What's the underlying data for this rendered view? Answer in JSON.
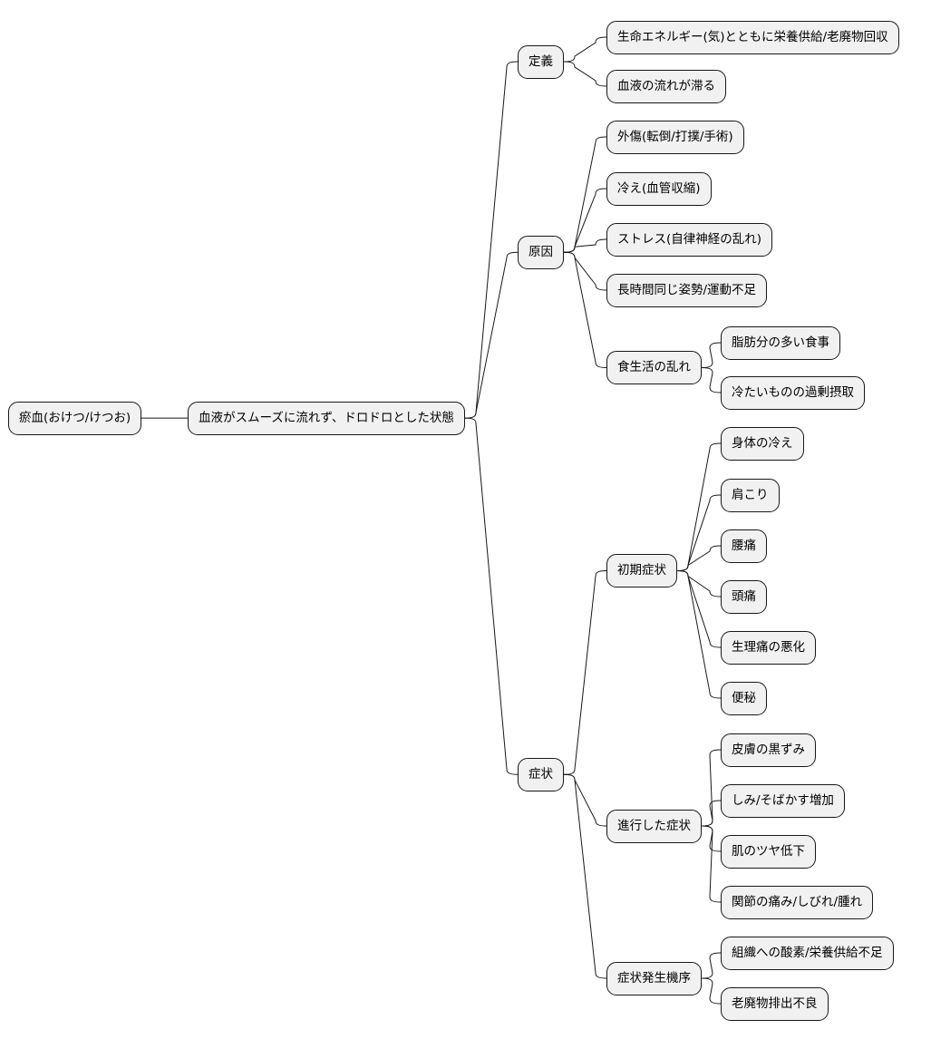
{
  "root": {
    "label": "瘀血(おけつ/けつお)",
    "children": [
      {
        "label": "血液がスムーズに流れず、ドロドロとした状態",
        "children": [
          {
            "label": "定義",
            "children": [
              {
                "label": "生命エネルギー(気)とともに栄養供給/老廃物回収"
              },
              {
                "label": "血液の流れが滞る"
              }
            ]
          },
          {
            "label": "原因",
            "children": [
              {
                "label": "外傷(転倒/打撲/手術)"
              },
              {
                "label": "冷え(血管収縮)"
              },
              {
                "label": "ストレス(自律神経の乱れ)"
              },
              {
                "label": "長時間同じ姿勢/運動不足"
              },
              {
                "label": "食生活の乱れ",
                "children": [
                  {
                    "label": "脂肪分の多い食事"
                  },
                  {
                    "label": "冷たいものの過剰摂取"
                  }
                ]
              }
            ]
          },
          {
            "label": "症状",
            "children": [
              {
                "label": "初期症状",
                "children": [
                  {
                    "label": "身体の冷え"
                  },
                  {
                    "label": "肩こり"
                  },
                  {
                    "label": "腰痛"
                  },
                  {
                    "label": "頭痛"
                  },
                  {
                    "label": "生理痛の悪化"
                  },
                  {
                    "label": "便秘"
                  }
                ]
              },
              {
                "label": "進行した症状",
                "children": [
                  {
                    "label": "皮膚の黒ずみ"
                  },
                  {
                    "label": "しみ/そばかす増加"
                  },
                  {
                    "label": "肌のツヤ低下"
                  },
                  {
                    "label": "関節の痛み/しびれ/腫れ"
                  }
                ]
              },
              {
                "label": "症状発生機序",
                "children": [
                  {
                    "label": "組織への酸素/栄養供給不足"
                  },
                  {
                    "label": "老廃物排出不良"
                  }
                ]
              }
            ]
          }
        ]
      }
    ]
  }
}
